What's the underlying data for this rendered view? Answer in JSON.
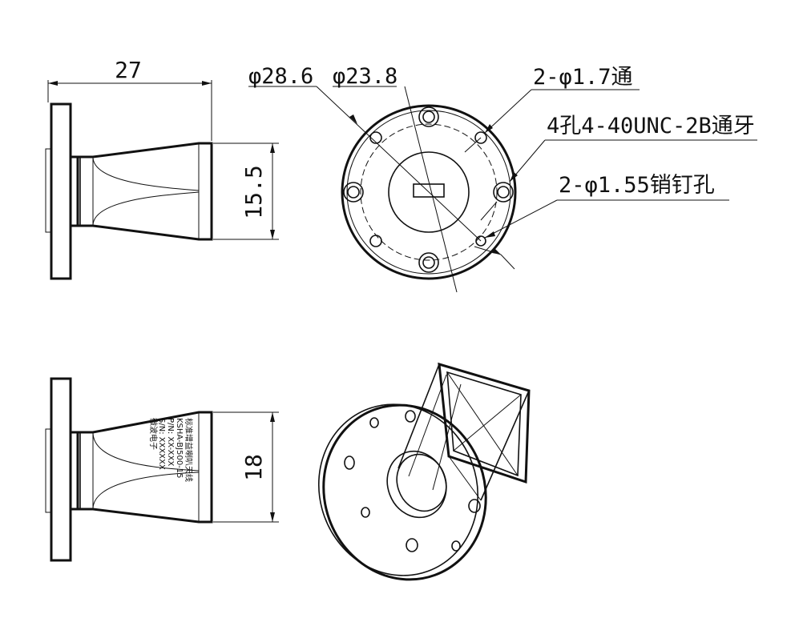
{
  "dimensions": {
    "length": "27",
    "height_top": "15.5",
    "height_bottom": "18",
    "dia_outer": "φ28.6",
    "dia_bolt_circle": "φ23.8"
  },
  "callouts": {
    "through_holes": "2-φ1.7通",
    "threaded_holes": "4孔4-40UNC-2B通牙",
    "pin_holes": "2-φ1.55销钉孔"
  },
  "nameplate": {
    "line1": "标准增益喇叭天线",
    "line2": "KSHA-BJ500-15",
    "line3": "P/N: XX-XXX",
    "line4": "S/N: XXXXXX",
    "line5": "微波电子"
  }
}
